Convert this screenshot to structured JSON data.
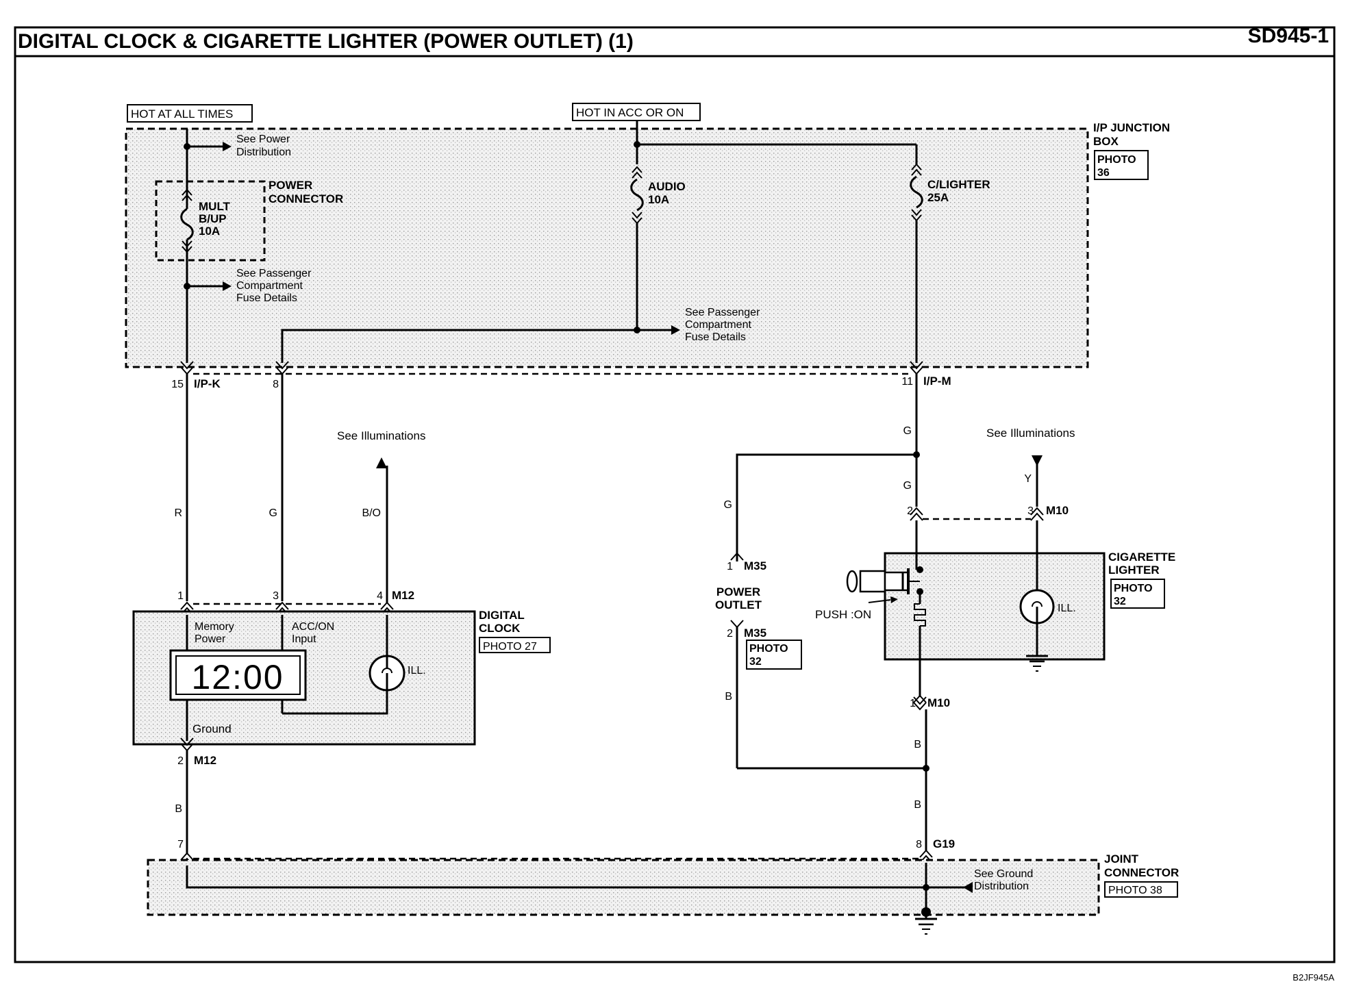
{
  "header": {
    "title": "DIGITAL CLOCK & CIGARETTE LIGHTER (POWER OUTLET) (1)",
    "code": "SD945-1"
  },
  "footer": {
    "ref": "B2JF945A"
  },
  "power_sources": {
    "hot_at_all_times": "HOT AT ALL TIMES",
    "hot_in_acc": "HOT IN ACC OR ON"
  },
  "junction_box": {
    "title_1": "I/P JUNCTION",
    "title_2": "BOX",
    "photo_1": "PHOTO",
    "photo_2": "36"
  },
  "power_connector": {
    "line1": "POWER",
    "line2": "CONNECTOR"
  },
  "fuses": {
    "mult": {
      "l1": "MULT",
      "l2": "B/UP",
      "l3": "10A"
    },
    "audio": {
      "l1": "AUDIO",
      "l2": "10A"
    },
    "clighter": {
      "l1": "C/LIGHTER",
      "l2": "25A"
    }
  },
  "notes": {
    "power_dist": {
      "l1": "See Power",
      "l2": "Distribution"
    },
    "pass_fuse_1": {
      "l1": "See Passenger",
      "l2": "Compartment",
      "l3": "Fuse Details"
    },
    "pass_fuse_2": {
      "l1": "See Passenger",
      "l2": "Compartment",
      "l3": "Fuse Details"
    },
    "illum_1": "See Illuminations",
    "illum_2": "See Illuminations",
    "ground_dist": {
      "l1": "See Ground",
      "l2": "Distribution"
    }
  },
  "connectors": {
    "ipk": {
      "pin": "15",
      "name": "I/P-K"
    },
    "ip8": {
      "pin": "8"
    },
    "ipm": {
      "pin": "11",
      "name": "I/P-M"
    },
    "m12_1": "1",
    "m12_3": "3",
    "m12_4": "4",
    "m12_name": "M12",
    "m12_2": "2",
    "m12_name_2": "M12",
    "m35_1": "1",
    "m35_name": "M35",
    "m35_2": "2",
    "m35_name_2": "M35",
    "m10_2": "2",
    "m10_3": "3",
    "m10_name": "M10",
    "m10_1": "1",
    "m10_name_2": "M10",
    "g19_pin": "8",
    "g19_name": "G19",
    "jc_7": "7"
  },
  "wires": {
    "r": "R",
    "g1": "G",
    "bo": "B/O",
    "b1": "B",
    "g2": "G",
    "g3": "G",
    "g4": "G",
    "y": "Y",
    "b2": "B",
    "b3": "B",
    "b4": "B"
  },
  "digital_clock": {
    "name_1": "DIGITAL",
    "name_2": "CLOCK",
    "photo": "PHOTO 27",
    "memory_1": "Memory",
    "memory_2": "Power",
    "acc_1": "ACC/ON",
    "acc_2": "Input",
    "display": "12:00",
    "ill": "ILL.",
    "ground": "Ground"
  },
  "power_outlet": {
    "l1": "POWER",
    "l2": "OUTLET",
    "photo_1": "PHOTO",
    "photo_2": "32"
  },
  "cigarette_lighter": {
    "l1": "CIGARETTE",
    "l2": "LIGHTER",
    "photo_1": "PHOTO",
    "photo_2": "32",
    "push": "PUSH :ON",
    "ill": "ILL."
  },
  "joint_connector": {
    "l1": "JOINT",
    "l2": "CONNECTOR",
    "photo": "PHOTO 38"
  }
}
